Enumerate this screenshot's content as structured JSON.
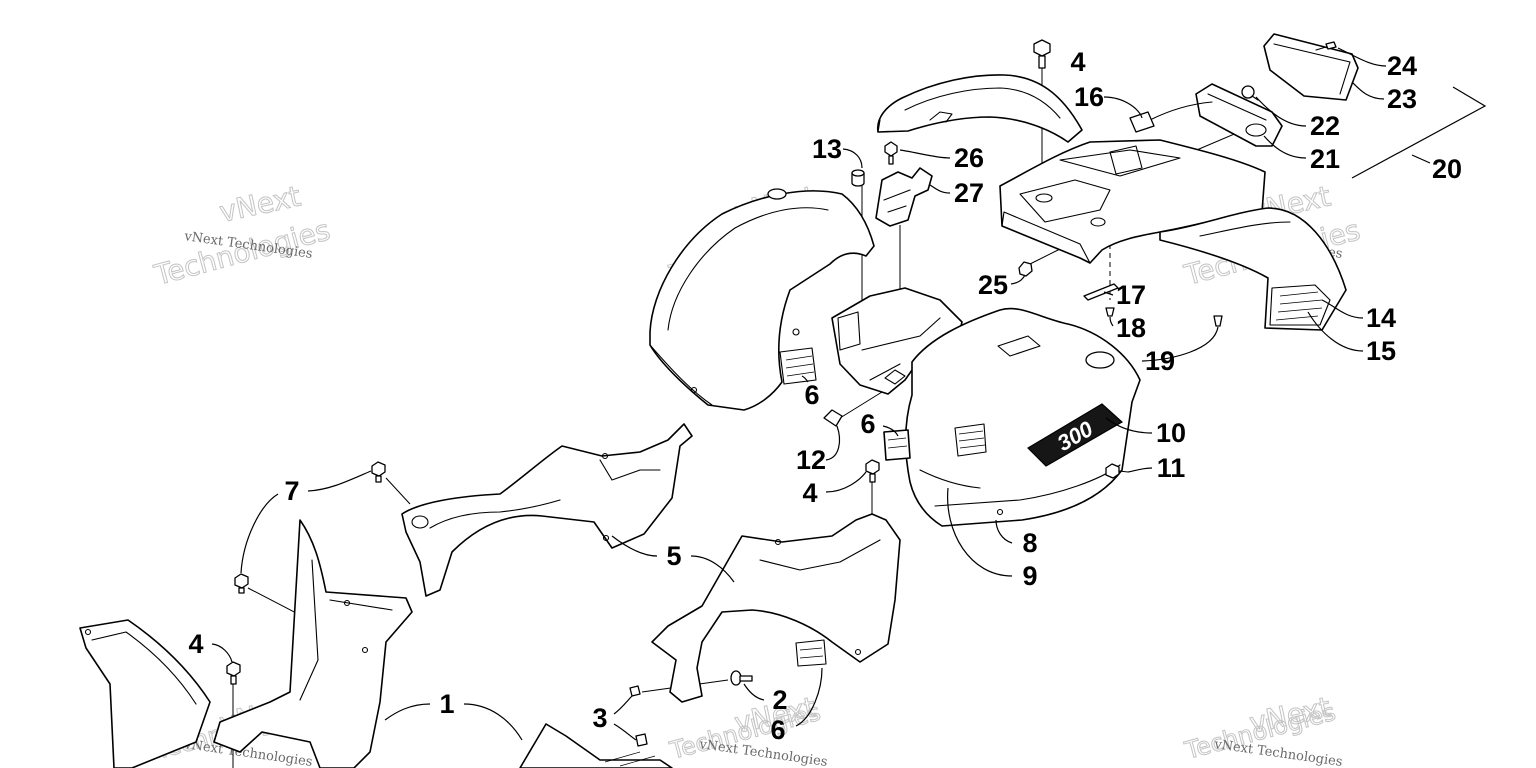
{
  "diagram": {
    "callouts": [
      {
        "label": "4"
      },
      {
        "label": "24"
      },
      {
        "label": "23"
      },
      {
        "label": "16"
      },
      {
        "label": "22"
      },
      {
        "label": "21"
      },
      {
        "label": "20"
      },
      {
        "label": "13"
      },
      {
        "label": "26"
      },
      {
        "label": "27"
      },
      {
        "label": "25"
      },
      {
        "label": "17"
      },
      {
        "label": "18"
      },
      {
        "label": "19"
      },
      {
        "label": "14"
      },
      {
        "label": "15"
      },
      {
        "label": "6"
      },
      {
        "label": "6"
      },
      {
        "label": "10"
      },
      {
        "label": "12"
      },
      {
        "label": "11"
      },
      {
        "label": "7"
      },
      {
        "label": "4"
      },
      {
        "label": "8"
      },
      {
        "label": "5"
      },
      {
        "label": "9"
      },
      {
        "label": "4"
      },
      {
        "label": "1"
      },
      {
        "label": "2"
      },
      {
        "label": "3"
      },
      {
        "label": "6"
      }
    ],
    "decal_text": "300",
    "line_color": "#000000"
  },
  "watermark": {
    "small": "vNext Technologies",
    "large_line1": "vNext",
    "large_line2": "Technologies",
    "color": "#c4c4c4"
  }
}
